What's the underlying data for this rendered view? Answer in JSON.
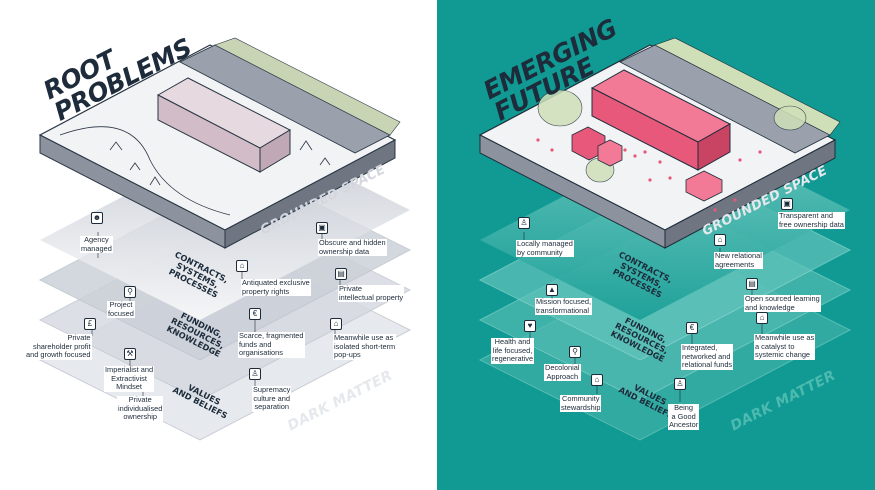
{
  "left": {
    "title_line1": "ROOT",
    "title_line2": "PROBLEMS",
    "grounded_space": "GROUNDED SPACE",
    "dark_matter": "DARK MATTER",
    "layer_contracts": [
      "CONTRACTS,",
      "SYSTEMS,",
      "PROCESSES"
    ],
    "layer_funding": [
      "FUNDING,",
      "RESOURCES,",
      "KNOWLEDGE"
    ],
    "layer_values": [
      "VALUES",
      "AND BELIEFS"
    ],
    "labels": {
      "agency_managed": [
        "Agency",
        "managed"
      ],
      "obscure_ownership": [
        "Obscure and hidden",
        "ownership data"
      ],
      "antiquated_rights": [
        "Antiquated exclusive",
        "property rights"
      ],
      "private_ip": [
        "Private",
        "intellectual property"
      ],
      "project_focused": [
        "Project",
        "focused"
      ],
      "private_shareholder": [
        "Private",
        "shareholder profit",
        "and growth focused"
      ],
      "scarce_funds": [
        "Scarce, fragmented",
        "funds and",
        "organisations"
      ],
      "meanwhile_isolated": [
        "Meanwhile use as",
        "isolated short-term",
        "pop-ups"
      ],
      "imperialist": [
        "Imperialist and",
        "Extractivist",
        "Mindset"
      ],
      "supremacy": [
        "Supremacy",
        "culture and",
        "separation"
      ],
      "private_individualised": [
        "Private",
        "individualised",
        "ownership"
      ]
    }
  },
  "right": {
    "title_line1": "EMERGING",
    "title_line2": "FUTURE",
    "grounded_space": "GROUNDED SPACE",
    "dark_matter": "DARK MATTER",
    "layer_contracts": [
      "CONTRACTS,",
      "SYSTEMS,",
      "PROCESSES"
    ],
    "layer_funding": [
      "FUNDING,",
      "RESOURCES,",
      "KNOWLEDGE"
    ],
    "layer_values": [
      "VALUES",
      "AND BELIEFS"
    ],
    "labels": {
      "transparent_ownership": [
        "Transparent and",
        "free ownership data"
      ],
      "locally_managed": [
        "Locally managed",
        "by community"
      ],
      "new_relational": [
        "New relational",
        "agreements"
      ],
      "open_sourced": [
        "Open sourced learning",
        "and knowledge"
      ],
      "mission_focused": [
        "Mission focused,",
        "transformational"
      ],
      "health_life": [
        "Health and",
        "life focused,",
        "regenerative"
      ],
      "integrated_funds": [
        "Integrated,",
        "networked and",
        "relational funds"
      ],
      "meanwhile_catalyst": [
        "Meanwhile use as",
        "a catalyst to",
        "systemic change"
      ],
      "decolonial": [
        "Decolonial",
        "Approach"
      ],
      "community_stewardship": [
        "Community",
        "stewardship"
      ],
      "good_ancestor": [
        "Being",
        "a Good",
        "Ancestor"
      ]
    }
  },
  "colors": {
    "right_bg": "#109a93",
    "left_bg": "#ffffff",
    "navy": "#1d2b3a",
    "building_left": "#d9c6d1",
    "building_right": "#e8587a"
  }
}
